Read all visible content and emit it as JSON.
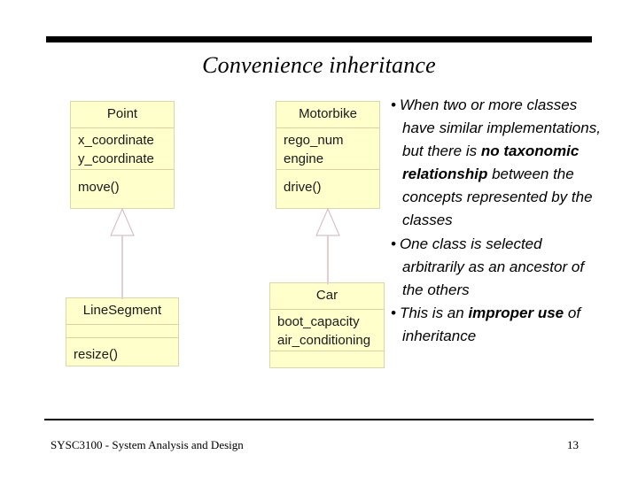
{
  "slide": {
    "title": "Convenience inheritance",
    "footer": {
      "course": "SYSC3100 - System Analysis and Design",
      "page_number": "13"
    }
  },
  "diagram": {
    "classes": [
      {
        "id": "point",
        "name": "Point",
        "attributes": [
          "x_coordinate",
          "y_coordinate"
        ],
        "operations": [
          "move()"
        ]
      },
      {
        "id": "motorbike",
        "name": "Motorbike",
        "attributes": [
          "rego_num",
          "engine"
        ],
        "operations": [
          "drive()"
        ]
      },
      {
        "id": "linesegment",
        "name": "LineSegment",
        "attributes": [],
        "operations": [
          "resize()"
        ]
      },
      {
        "id": "car",
        "name": "Car",
        "attributes": [
          "boot_capacity",
          "air_conditioning"
        ],
        "operations": []
      }
    ],
    "relationships": [
      {
        "id": "gen-left",
        "type": "generalization",
        "from": "LineSegment",
        "to": "Point"
      },
      {
        "id": "gen-right",
        "type": "generalization",
        "from": "Car",
        "to": "Motorbike"
      }
    ],
    "colors": {
      "class_fill": "#ffffcc",
      "class_border": "#dcd7a8",
      "compartment_divider": "#d8d2a2",
      "relationship_line": "#e3cfd2",
      "arrow_fill": "#ffffff"
    }
  },
  "content": {
    "bullets": [
      {
        "mark": "•",
        "runs": [
          {
            "text": "When two or more classes have similar implementations, but there is ",
            "bold": false
          },
          {
            "text": "no taxonomic relationship",
            "bold": true
          },
          {
            "text": " between the concepts represented by the classes",
            "bold": false
          }
        ]
      },
      {
        "mark": "•",
        "runs": [
          {
            "text": "One class is selected arbitrarily as an ancestor of the others",
            "bold": false
          }
        ]
      },
      {
        "mark": "•",
        "runs": [
          {
            "text": "This is an ",
            "bold": false
          },
          {
            "text": "improper use",
            "bold": true
          },
          {
            "text": " of inheritance",
            "bold": false
          }
        ]
      }
    ]
  }
}
